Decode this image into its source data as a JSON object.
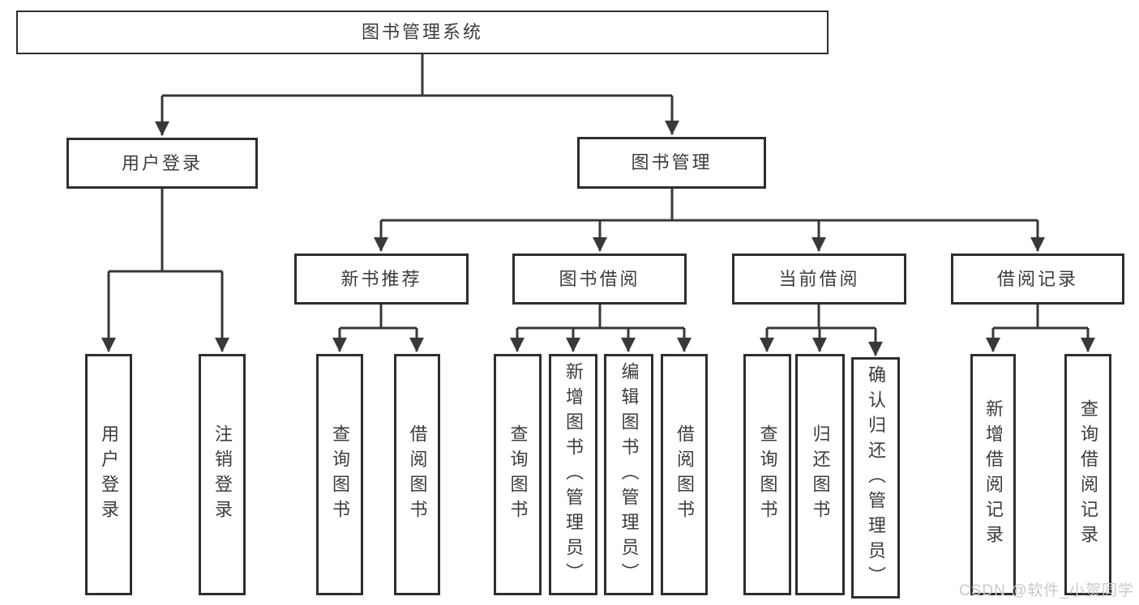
{
  "nodes": {
    "root": "图书管理系统",
    "user_login": "用户登录",
    "book_mgmt": "图书管理",
    "new_book": "新书推荐",
    "book_borrow": "图书借阅",
    "current_borrow": "当前借阅",
    "borrow_record": "借阅记录",
    "leaf_user_login": "用户登录",
    "leaf_logout": "注销登录",
    "leaf_nb_query": "查询图书",
    "leaf_nb_borrow": "借阅图书",
    "leaf_bb_query": "查询图书",
    "leaf_bb_add": "新增图书（管理员）",
    "leaf_bb_edit": "编辑图书（管理员）",
    "leaf_bb_borrow": "借阅图书",
    "leaf_cb_query": "查询图书",
    "leaf_cb_return": "归还图书",
    "leaf_cb_confirm": "确认归还（管理员）",
    "leaf_br_add": "新增借阅记录",
    "leaf_br_query": "查询借阅记录"
  },
  "watermark": "CSDN @软件_小贺同学",
  "colors": {
    "line": "#383838",
    "box_border": "#2e2e2e",
    "text": "#3c3c3c",
    "watermark": "#c9c9c9",
    "background": "#ffffff"
  }
}
